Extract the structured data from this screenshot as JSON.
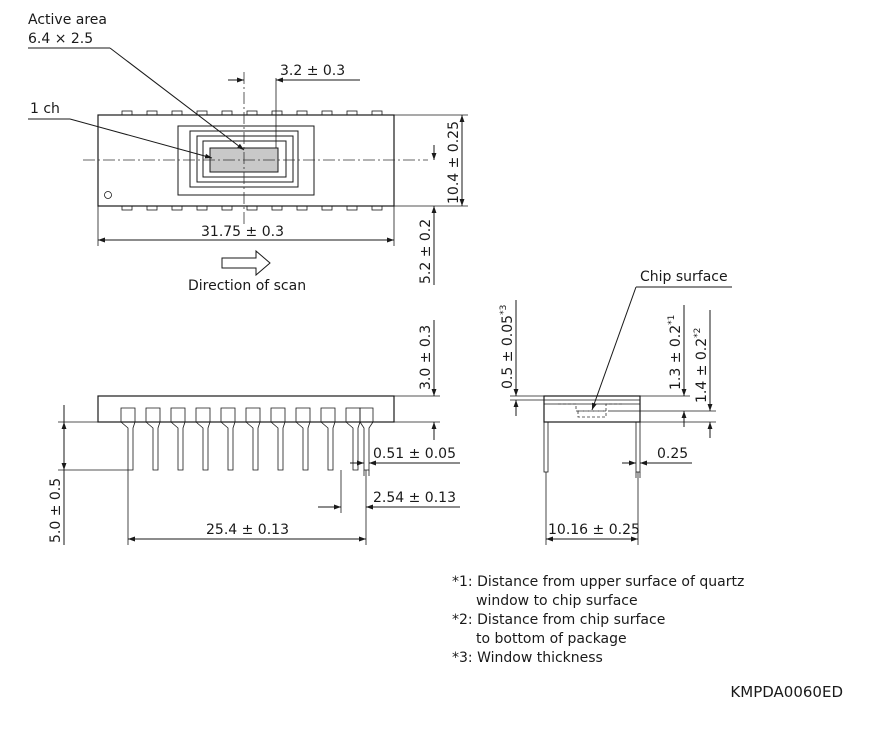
{
  "labels": {
    "active_area_title": "Active area",
    "active_area_size": "6.4 × 2.5",
    "channel": "1 ch",
    "scan_direction": "Direction of scan",
    "chip_surface": "Chip surface"
  },
  "dimensions": {
    "window_width": "3.2 ± 0.3",
    "package_width": "10.4 ± 0.25",
    "package_length": "31.75 ± 0.3",
    "chip_offset": "5.2 ± 0.2",
    "package_height": "3.0 ± 0.3",
    "lead_length": "5.0 ± 0.5",
    "lead_width": "0.51 ± 0.05",
    "lead_pitch": "2.54 ± 0.13",
    "pin_span": "25.4 ± 0.13",
    "window_thickness": "0.5 ± 0.05",
    "window_thickness_ref": "*3",
    "window_to_chip": "1.3 ± 0.2",
    "window_to_chip_ref": "*1",
    "chip_to_bottom": "1.4 ± 0.2",
    "chip_to_bottom_ref": "*2",
    "lead_thickness": "0.25",
    "row_spacing": "10.16 ± 0.25"
  },
  "notes": [
    {
      "ref": "*1",
      "line1": "*1: Distance from upper surface of quartz",
      "line2": "window to chip surface"
    },
    {
      "ref": "*2",
      "line1": "*2: Distance from chip surface",
      "line2": "to bottom of package"
    },
    {
      "ref": "*3",
      "line1": "*3: Window thickness",
      "line2": ""
    }
  ],
  "document_id": "KMPDA0060ED"
}
